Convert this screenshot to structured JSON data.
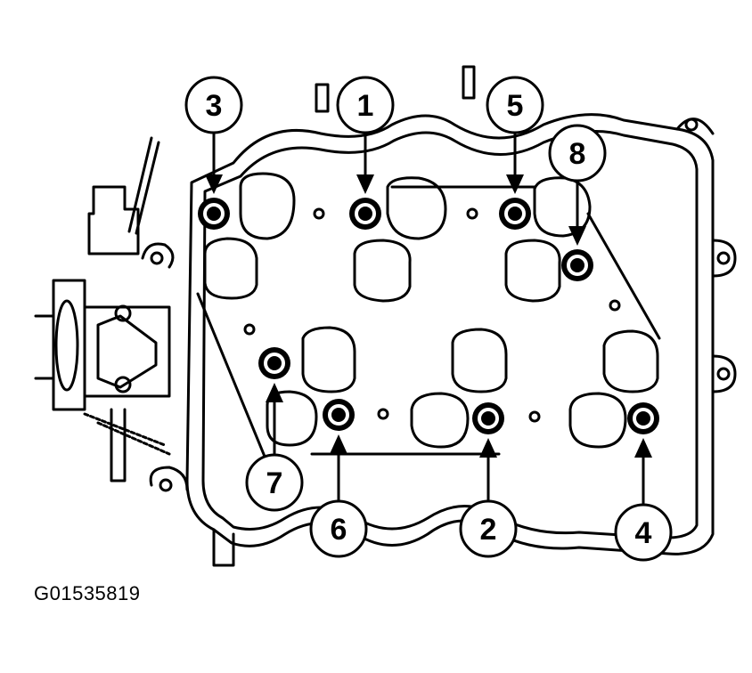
{
  "figure_id": "G01535819",
  "callouts": [
    {
      "number": "1"
    },
    {
      "number": "2"
    },
    {
      "number": "3"
    },
    {
      "number": "4"
    },
    {
      "number": "5"
    },
    {
      "number": "6"
    },
    {
      "number": "7"
    },
    {
      "number": "8"
    }
  ],
  "colors": {
    "ink": "#000000",
    "background": "#ffffff"
  }
}
